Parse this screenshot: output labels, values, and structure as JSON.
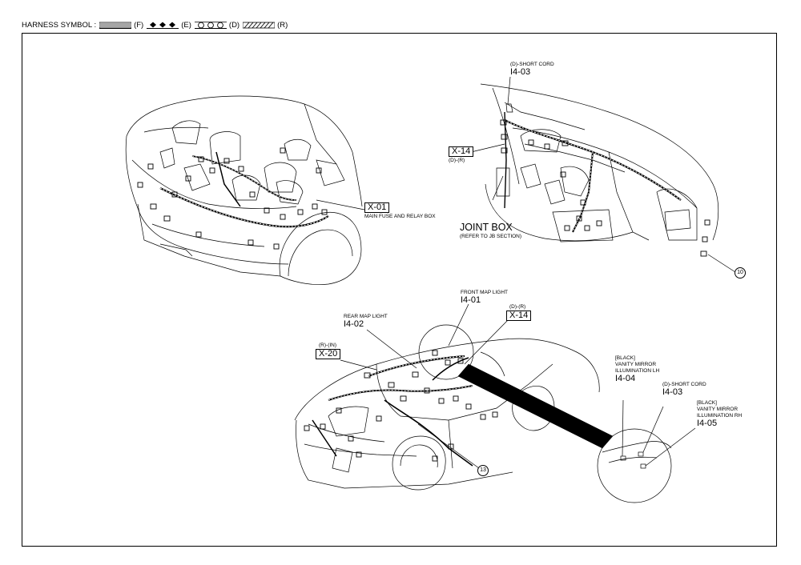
{
  "legend": {
    "prefix": "HARNESS SYMBOL :",
    "items": [
      {
        "code": "(F)",
        "pattern": "dotted"
      },
      {
        "code": "(E)",
        "pattern": "diamonds"
      },
      {
        "code": "(D)",
        "pattern": "circles"
      },
      {
        "code": "(R)",
        "pattern": "hatched"
      }
    ]
  },
  "engine_bay": {
    "code": "X-01",
    "caption": "MAIN FUSE AND RELAY BOX"
  },
  "dashboard": {
    "short_cord_label": "(D)-SHORT CORD",
    "short_cord_code": "I4-03",
    "x14_code": "X-14",
    "x14_sub": "(D)-(R)",
    "joint_box_title": "JOINT BOX",
    "joint_box_sub": "(REFER TO JB SECTION)",
    "ground_num": "10"
  },
  "cabin": {
    "front_map_label": "FRONT MAP LIGHT",
    "front_map_code": "I4-01",
    "x14_sub": "(D)-(R)",
    "x14_code": "X-14",
    "rear_map_label": "REAR MAP LIGHT",
    "rear_map_code": "I4-02",
    "x20_sub": "(R)-(IN)",
    "x20_code": "X-20",
    "ground_num": "13"
  },
  "detail": {
    "lh_color": "[BLACK]",
    "lh_line1": "VANITY MIRROR",
    "lh_line2": "ILLUMINATION LH",
    "lh_code": "I4-04",
    "short_cord_label": "(D)-SHORT CORD",
    "short_cord_code": "I4-03",
    "rh_color": "[BLACK]",
    "rh_line1": "VANITY MIRROR",
    "rh_line2": "ILLUMINATION RH",
    "rh_code": "I4-05"
  }
}
